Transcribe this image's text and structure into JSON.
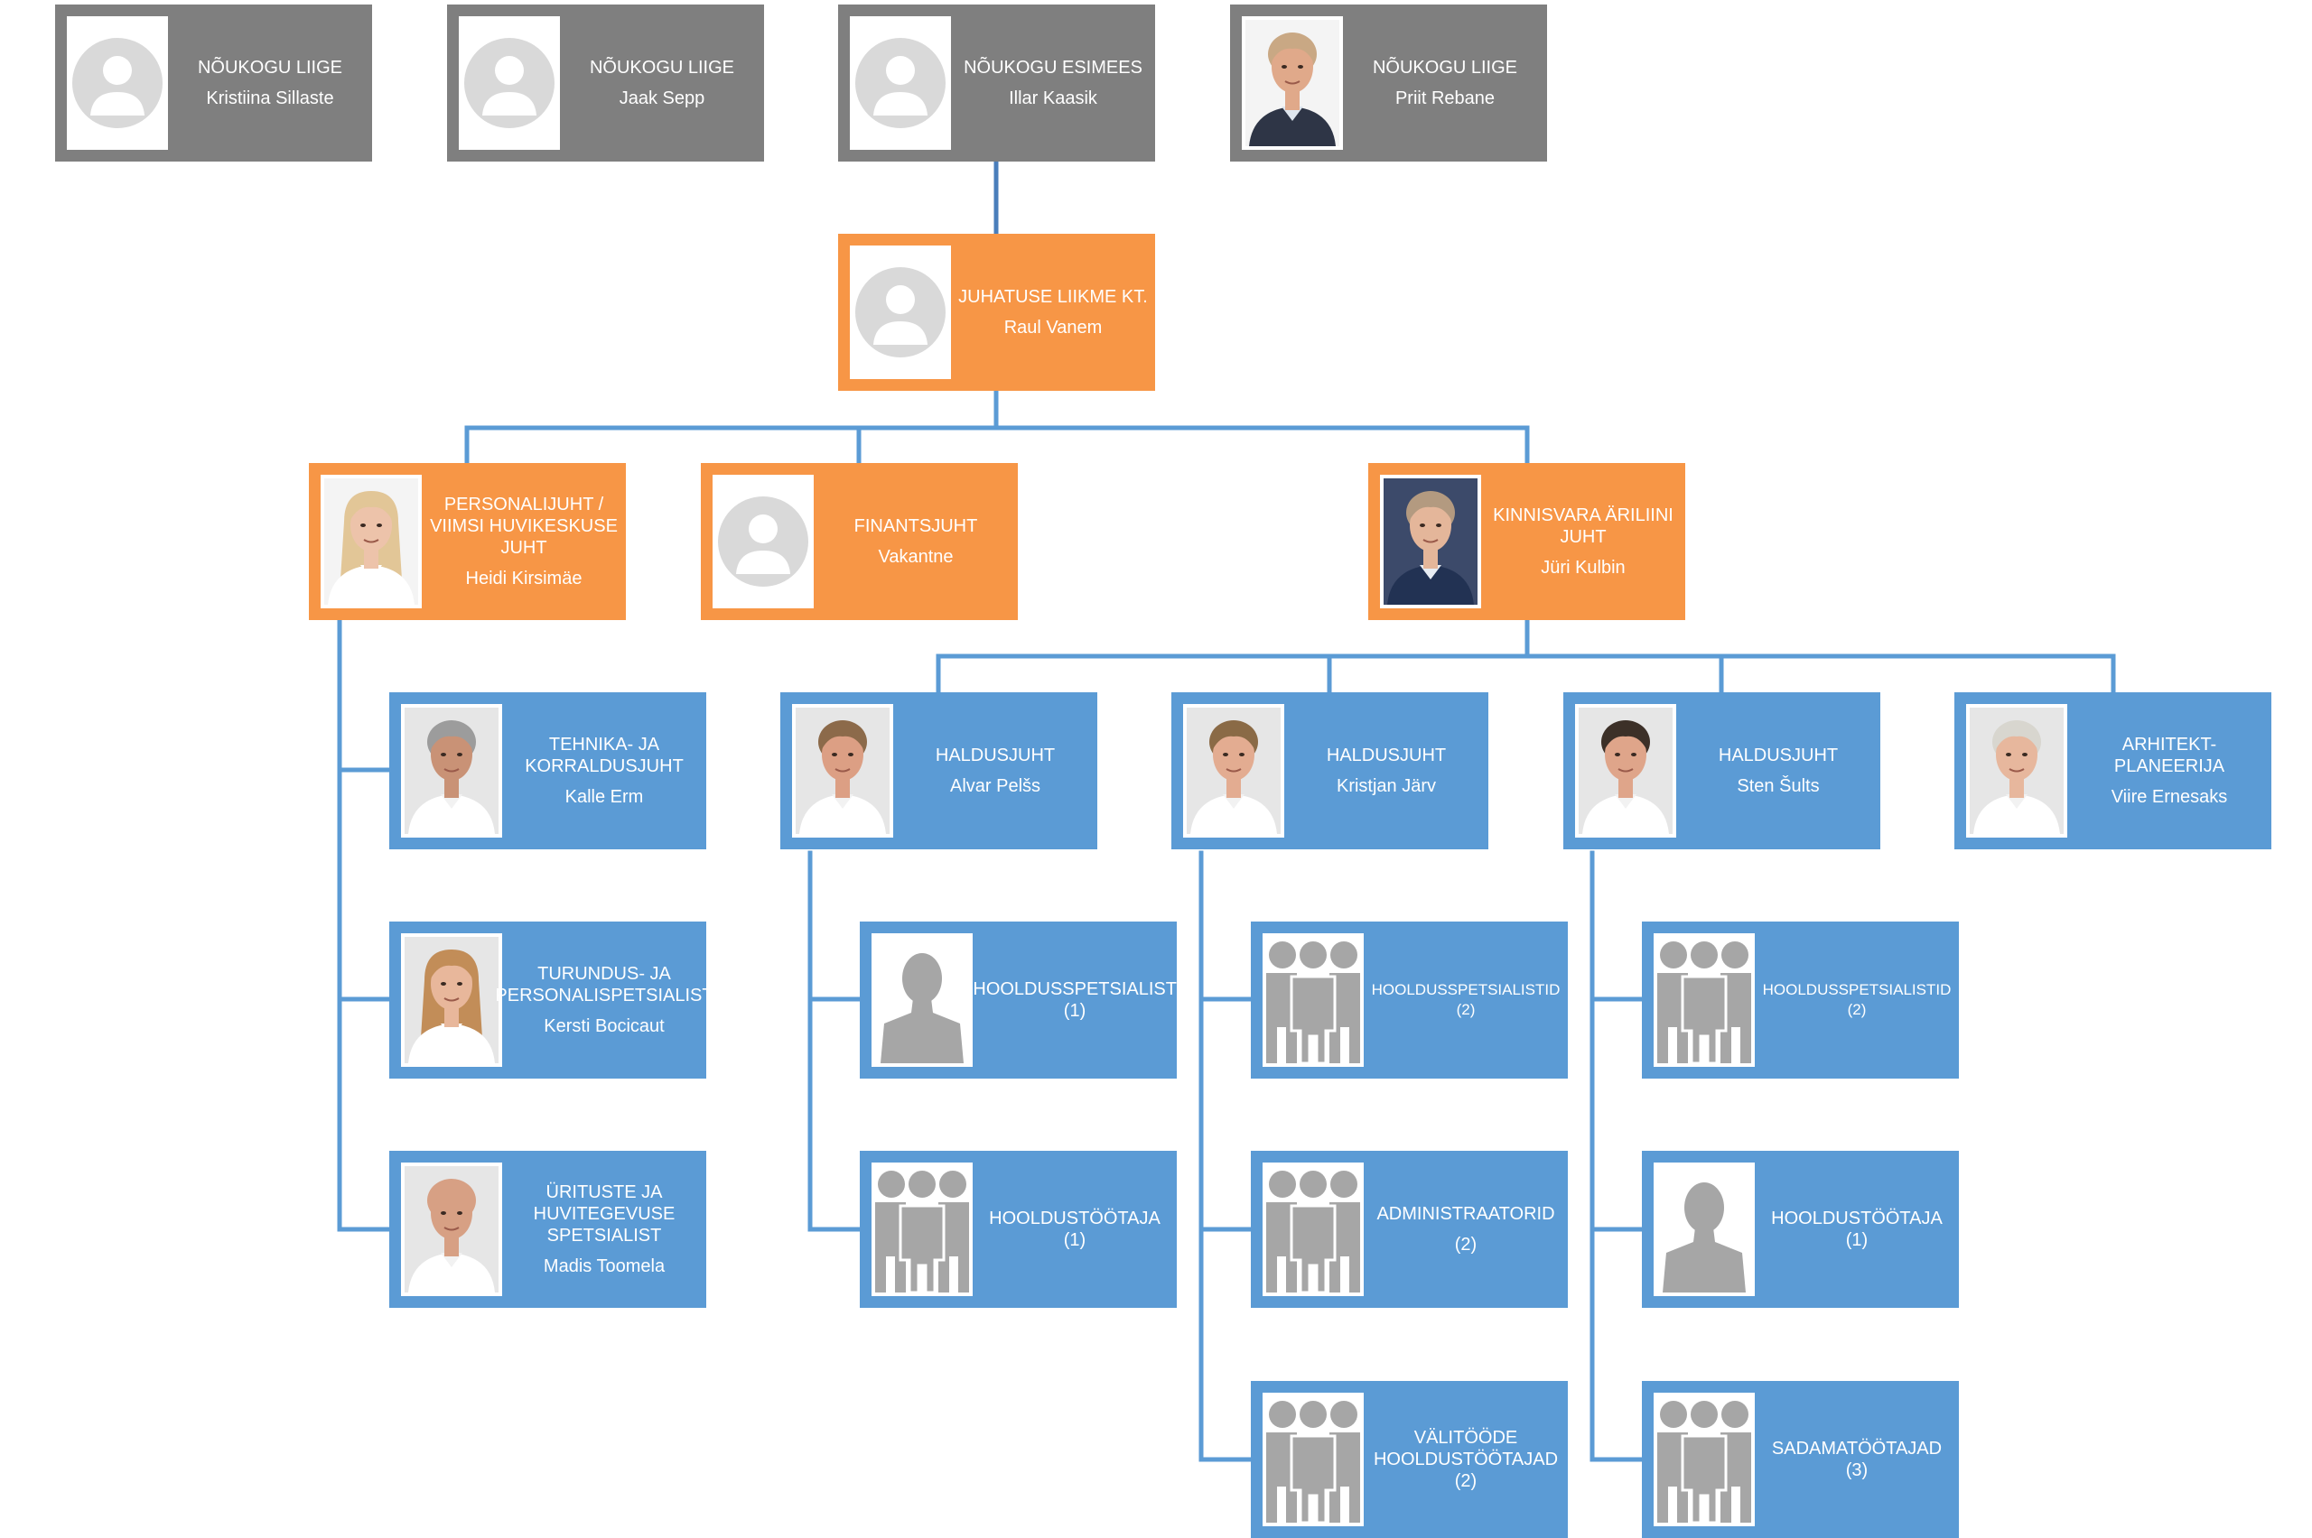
{
  "colors": {
    "board": "#7f7f7f",
    "management": "#f79646",
    "staff": "#5b9bd5",
    "connector": "#5b9bd5",
    "connector_board": "#4a7ebb",
    "placeholder": "#d9d9d9",
    "silhouette": "#a6a6a6"
  },
  "nodes": {
    "board1": {
      "title": "NÕUKOGU LIIGE",
      "name": "Kristiina Sillaste",
      "photo": "avatar-placeholder-icon"
    },
    "board2": {
      "title": "NÕUKOGU LIIGE",
      "name": "Jaak Sepp",
      "photo": "avatar-placeholder-icon"
    },
    "board3": {
      "title": "NÕUKOGU ESIMEES",
      "name": "Illar Kaasik",
      "photo": "avatar-placeholder-icon"
    },
    "board4": {
      "title": "NÕUKOGU LIIGE",
      "name": "Priit Rebane",
      "photo": "portrait-photo"
    },
    "ceo": {
      "title": "JUHATUSE LIIKME KT.",
      "name": "Raul Vanem",
      "photo": "avatar-placeholder-icon"
    },
    "hr": {
      "title": "PERSONALIJUHT / VIIMSI HUVIKESKUSE JUHT",
      "name": "Heidi Kirsimäe",
      "photo": "portrait-photo"
    },
    "fin": {
      "title": "FINANTSJUHT",
      "name": "Vakantne",
      "photo": "avatar-placeholder-icon"
    },
    "re": {
      "title": "KINNISVARA ÄRILIINI JUHT",
      "name": "Jüri Kulbin",
      "photo": "portrait-photo"
    },
    "tech": {
      "title": "TEHNIKA- JA KORRALDUSJUHT",
      "name": "Kalle Erm",
      "photo": "portrait-photo"
    },
    "mkt": {
      "title": "TURUNDUS- JA PERSONALISPETSIALIST",
      "name": "Kersti Bocicaut",
      "photo": "portrait-photo"
    },
    "evt": {
      "title": "ÜRITUSTE JA HUVITEGEVUSE SPETSIALIST",
      "name": "Madis Toomela",
      "photo": "portrait-photo"
    },
    "m1": {
      "title": "HALDUSJUHT",
      "name": "Alvar Pelšs",
      "photo": "portrait-photo"
    },
    "m2": {
      "title": "HALDUSJUHT",
      "name": "Kristjan Järv",
      "photo": "portrait-photo"
    },
    "m3": {
      "title": "HALDUSJUHT",
      "name": "Sten Šults",
      "photo": "portrait-photo"
    },
    "arch": {
      "title": "ARHITEKT-PLANEERIJA",
      "name": "Viire Ernesaks",
      "photo": "portrait-photo"
    },
    "m1a": {
      "title": "HOOLDUSSPETSIALIST (1)",
      "name": "",
      "photo": "person-silhouette-icon"
    },
    "m1b": {
      "title": "HOOLDUSTÖÖTAJA (1)",
      "name": "",
      "photo": "group-silhouette-icon"
    },
    "m2a": {
      "title": "HOOLDUSSPETSIALISTID (2)",
      "name": "",
      "photo": "group-silhouette-icon"
    },
    "m2b": {
      "title": "ADMINISTRAATORID",
      "name": "(2)",
      "photo": "group-silhouette-icon"
    },
    "m2c": {
      "title": "VÄLITÖÖDE HOOLDUSTÖÖTAJAD (2)",
      "name": "",
      "photo": "group-silhouette-icon"
    },
    "m3a": {
      "title": "HOOLDUSSPETSIALISTID (2)",
      "name": "",
      "photo": "group-silhouette-icon"
    },
    "m3b": {
      "title": "HOOLDUSTÖÖTAJA (1)",
      "name": "",
      "photo": "person-silhouette-icon"
    },
    "m3c": {
      "title": "SADAMATÖÖTAJAD (3)",
      "name": "",
      "photo": "group-silhouette-icon"
    }
  }
}
